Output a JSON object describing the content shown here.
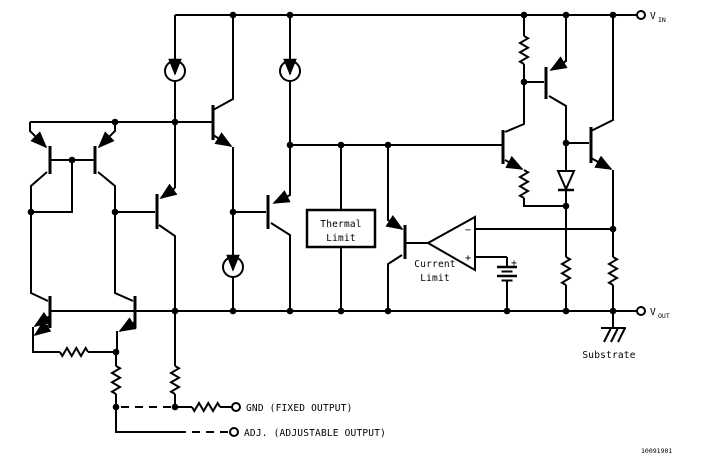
{
  "schematic": {
    "title": "voltage-regulator-internal-schematic",
    "terminals": {
      "vin": {
        "main": "V",
        "sub": "IN"
      },
      "vout": {
        "main": "V",
        "sub": "OUT"
      },
      "gnd_label": "GND (FIXED OUTPUT)",
      "adj_label": "ADJ. (ADJUSTABLE OUTPUT)"
    },
    "blocks": {
      "thermal_limit_line1": "Thermal",
      "thermal_limit_line2": "Limit",
      "current_limit_line1": "Current",
      "current_limit_line2": "Limit"
    },
    "opamp": {
      "minus": "−",
      "plus": "+"
    },
    "battery": {
      "plus": "+"
    },
    "substrate_label": "Substrate",
    "figure_number": "10091901",
    "colors": {
      "wire": "#000000",
      "background": "#ffffff",
      "figure_number": "#9b8b8b"
    }
  }
}
